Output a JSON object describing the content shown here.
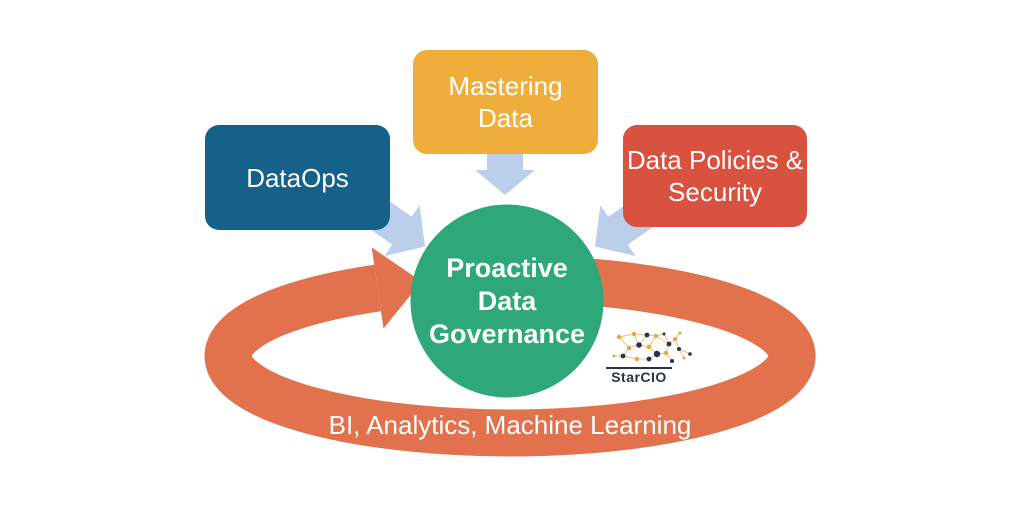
{
  "diagram": {
    "boxes": [
      {
        "id": "dataops",
        "lines": [
          "DataOps"
        ],
        "color": "#16618A"
      },
      {
        "id": "mastering-data",
        "lines": [
          "Mastering",
          "Data"
        ],
        "color": "#EFAE3B"
      },
      {
        "id": "data-policies-security",
        "lines": [
          "Data Policies &",
          "Security"
        ],
        "color": "#D9513F"
      }
    ],
    "center": {
      "lines": [
        "Proactive",
        "Data",
        "Governance"
      ],
      "color": "#2EA878"
    },
    "cycle": {
      "label": "BI, Analytics, Machine Learning",
      "color": "#E2724D",
      "direction": "clockwise"
    },
    "flow_arrows": {
      "color": "#BCCFEA",
      "icons": [
        "down-right-arrow",
        "down-arrow",
        "down-left-arrow"
      ]
    },
    "logo": {
      "text": "StarCIO",
      "accent": "#F0A23B",
      "dark": "#24334F"
    }
  }
}
